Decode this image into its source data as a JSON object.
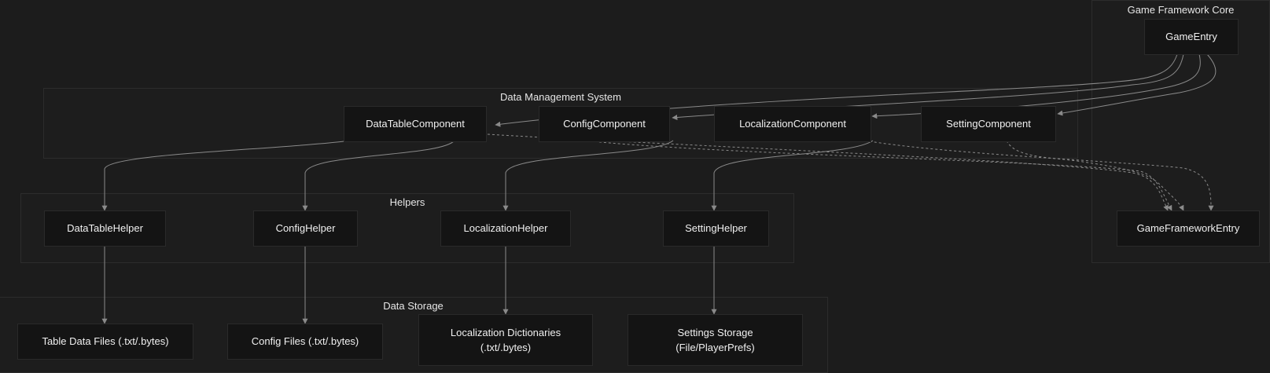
{
  "groups": {
    "core": "Game Framework Core",
    "dms": "Data Management System",
    "helpers": "Helpers",
    "storage": "Data Storage"
  },
  "nodes": {
    "game_entry": "GameEntry",
    "framework_entry": "GameFrameworkEntry",
    "data_table_component": "DataTableComponent",
    "config_component": "ConfigComponent",
    "localization_component": "LocalizationComponent",
    "setting_component": "SettingComponent",
    "data_table_helper": "DataTableHelper",
    "config_helper": "ConfigHelper",
    "localization_helper": "LocalizationHelper",
    "setting_helper": "SettingHelper",
    "table_files": "Table Data Files (.txt/.bytes)",
    "config_files": "Config Files (.txt/.bytes)",
    "localization_dicts_line1": "Localization Dictionaries",
    "localization_dicts_line2": "(.txt/.bytes)",
    "settings_storage_line1": "Settings Storage",
    "settings_storage_line2": "(File/PlayerPrefs)"
  },
  "colors": {
    "background": "#1c1c1c",
    "group_border": "#2c2c2c",
    "node_fill": "#141414",
    "edge": "#8a8a8a"
  }
}
